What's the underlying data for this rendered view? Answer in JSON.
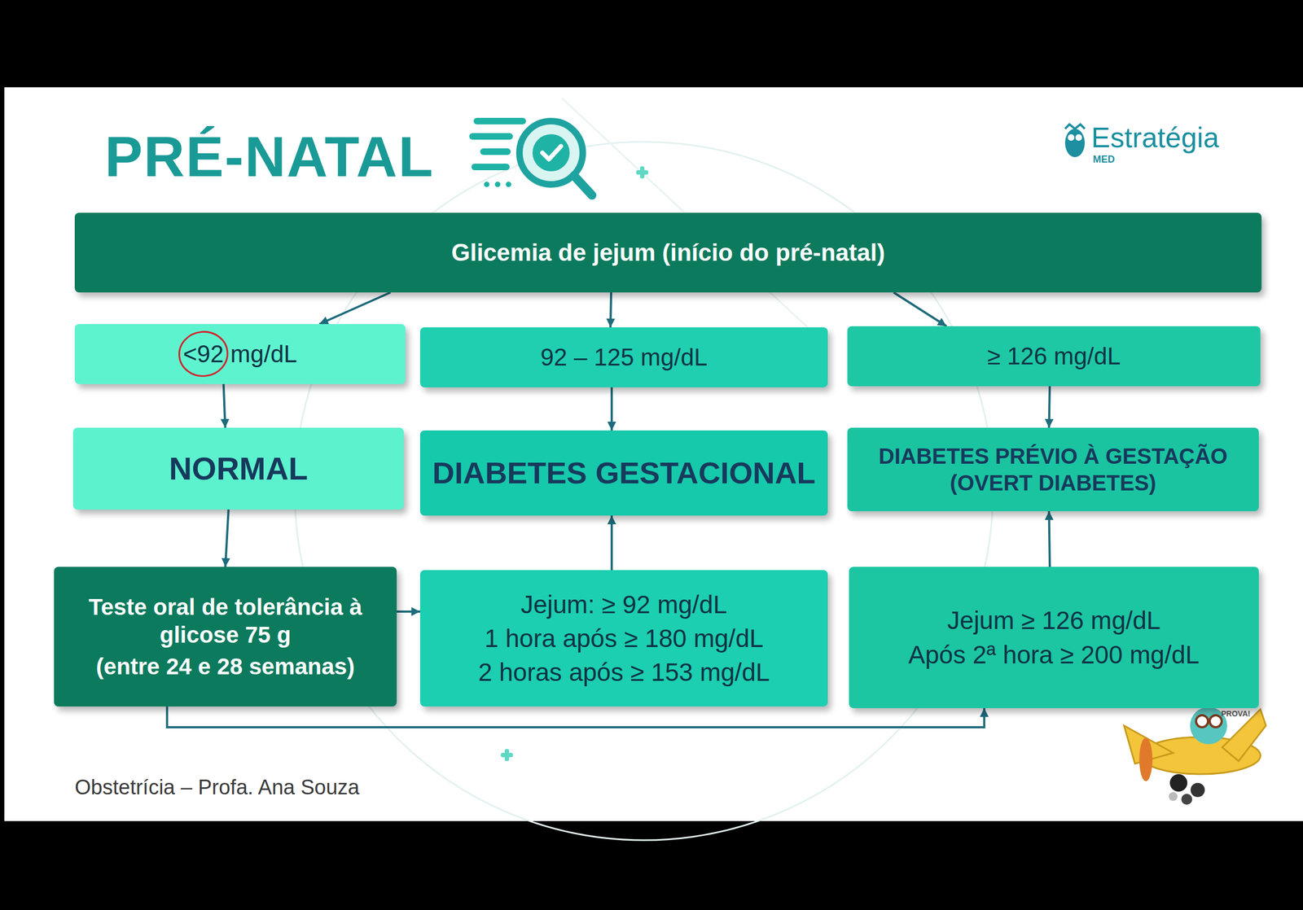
{
  "diagram": {
    "title": "PRÉ-NATAL",
    "caption": "Obstetrícia – Profa. Ana Souza",
    "nodes": [
      {
        "text": [
          "Glicemia de jejum (início do pré-natal)"
        ]
      },
      {
        "text": [
          "<92 mg/dL"
        ]
      },
      {
        "text": [
          "92 – 125 mg/dL"
        ]
      },
      {
        "text": [
          "≥ 126 mg/dL"
        ]
      },
      {
        "text": [
          "NORMAL"
        ]
      },
      {
        "text": [
          "DIABETES GESTACIONAL"
        ]
      },
      {
        "text": [
          "DIABETES PRÉVIO À GESTAÇÃO (OVERT DIABETES)"
        ]
      },
      {
        "text": [
          "Teste oral de tolerância à glicose 75 g",
          "(entre 24 e 28 semanas)"
        ]
      },
      {
        "text": [
          "Jejum: ≥ 92 mg/dL",
          "1 hora após ≥ 180 mg/dL",
          "2 horas após ≥ 153 mg/dL"
        ]
      },
      {
        "text": [
          "Jejum ≥ 126 mg/dL",
          "Após 2ª hora ≥ 200 mg/dL"
        ]
      }
    ],
    "edges": [
      {
        "from": 0,
        "to": 1,
        "arrow": "to"
      },
      {
        "from": 0,
        "to": 2,
        "arrow": "to"
      },
      {
        "from": 0,
        "to": 3,
        "arrow": "to"
      },
      {
        "from": 1,
        "to": 4,
        "arrow": "to"
      },
      {
        "from": 2,
        "to": 5,
        "arrow": "to"
      },
      {
        "from": 3,
        "to": 6,
        "arrow": "to"
      },
      {
        "from": 4,
        "to": 7,
        "arrow": "to"
      },
      {
        "from": 7,
        "to": 8,
        "arrow": "to"
      },
      {
        "from": 8,
        "to": 5,
        "arrow": "to"
      },
      {
        "from": 9,
        "to": 6,
        "arrow": "to"
      },
      {
        "from": 7,
        "to": 9,
        "arrow": "to"
      }
    ],
    "labels": [
      "Estratégia",
      "MED",
      "PROVA!"
    ]
  }
}
